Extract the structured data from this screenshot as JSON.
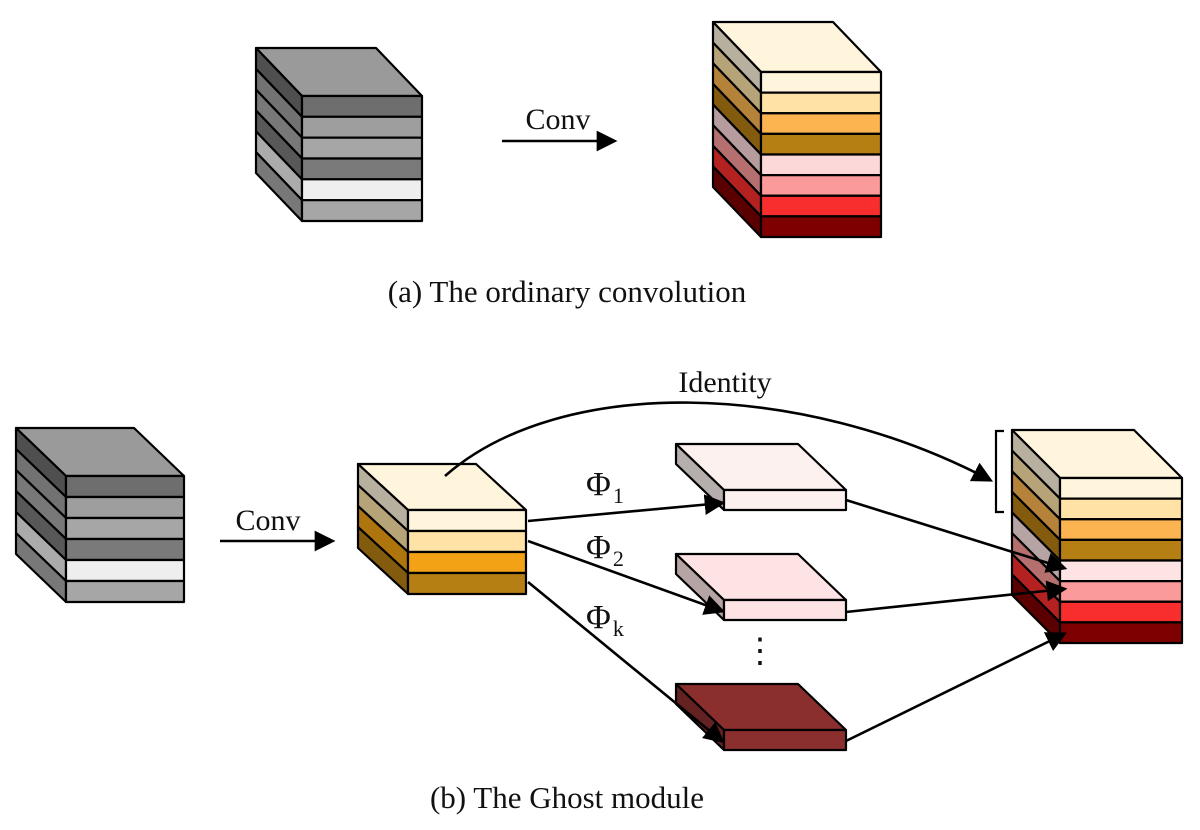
{
  "captions": {
    "a": "(a) The ordinary convolution",
    "b": "(b) The Ghost module"
  },
  "ops": {
    "conv_a": "Conv",
    "conv_b": "Conv",
    "identity": "Identity",
    "phi_symbol": "Φ",
    "phi_subscripts": [
      "1",
      "2",
      "k"
    ],
    "ellipsis": "⋮"
  },
  "colors": {
    "input_gray": [
      "#6e6e6e",
      "#9e9e9e",
      "#a6a6a6",
      "#7a7a7a",
      "#eeeeee",
      "#a6a6a6"
    ],
    "ordinary_output": [
      "#fff5dd",
      "#fee2a6",
      "#fbb450",
      "#b67f14",
      "#fdd8d8",
      "#fb9a9a",
      "#f82e2e",
      "#7e0000"
    ],
    "intrinsic": [
      "#fff5dd",
      "#fee2a6",
      "#f2a214",
      "#b67f14"
    ],
    "ghost_maps": [
      "#fdf1f0",
      "#fde3e3",
      "#8b2e2e"
    ],
    "ghost_output": [
      "#fff5dd",
      "#fee2a6",
      "#fbb450",
      "#b67f14",
      "#fde3e3",
      "#fb9a9a",
      "#f82e2e",
      "#7e0000"
    ]
  }
}
